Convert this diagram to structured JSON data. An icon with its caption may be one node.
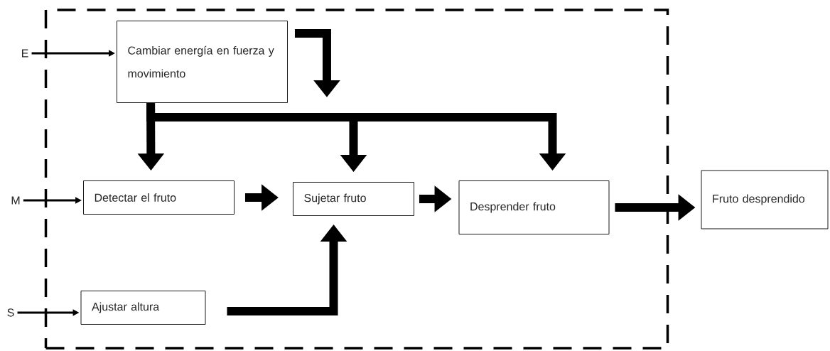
{
  "diagram": {
    "nodes": [
      {
        "text": [],
        "shape": "box"
      },
      {
        "text": [
          "E"
        ]
      },
      {
        "text": [
          "Cambiar energía en fuerza y movimiento"
        ],
        "in": 0
      },
      {
        "text": [
          "M"
        ]
      },
      {
        "text": [
          "Detectar el fruto"
        ],
        "in": 0
      },
      {
        "text": [
          "Sujetar fruto"
        ],
        "in": 0
      },
      {
        "text": [
          "Desprender fruto"
        ],
        "in": 0
      },
      {
        "text": [
          "S"
        ]
      },
      {
        "text": [
          "Ajustar altura"
        ],
        "in": 0
      },
      {
        "text": [
          "Fruto desprendido"
        ]
      }
    ],
    "edges": [
      {
        "from": 1,
        "to": 2,
        "arrow": "to"
      },
      {
        "from": 3,
        "to": 4,
        "arrow": "to"
      },
      {
        "from": 7,
        "to": 8,
        "arrow": "to"
      },
      {
        "from": 2,
        "to": null,
        "arrow": "to"
      },
      {
        "from": 2,
        "to": 4,
        "arrow": "to"
      },
      {
        "from": 2,
        "to": 5,
        "arrow": "to"
      },
      {
        "from": 2,
        "to": 6,
        "arrow": "to"
      },
      {
        "from": 4,
        "to": 5,
        "arrow": "to"
      },
      {
        "from": 5,
        "to": 6,
        "arrow": "to"
      },
      {
        "from": 6,
        "to": 9,
        "arrow": "to"
      },
      {
        "from": 8,
        "to": 5,
        "arrow": "to"
      }
    ]
  }
}
